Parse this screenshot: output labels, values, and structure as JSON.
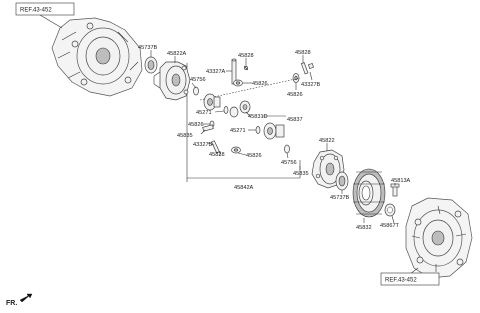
{
  "refs": {
    "top": "REF.43-452",
    "bottom": "REF.43-452"
  },
  "direction_label": "FR.",
  "parts": {
    "p45737B_top": "45737B",
    "p45822A": "45822A",
    "p45756_top": "45756",
    "p45828_a": "45828",
    "p43327A": "43327A",
    "p45826_a": "45826",
    "p45828_b": "45828",
    "p43327B_top": "43327B",
    "p45826_b": "45826",
    "p45831D": "45831D",
    "p45271_a": "45271",
    "p45837": "45837",
    "p45271_b": "45271",
    "p45826_c": "45826",
    "p45835_left": "45835",
    "p43327B_bot": "43327B",
    "p45828_c": "45828",
    "p45826_d": "45826",
    "p45756_bot": "45756",
    "p45835_right": "45835",
    "p45822": "45822",
    "p45842A": "45842A",
    "p45737B_bot": "45737B",
    "p45813A": "45813A",
    "p45867T": "45867T",
    "p45832": "45832"
  }
}
